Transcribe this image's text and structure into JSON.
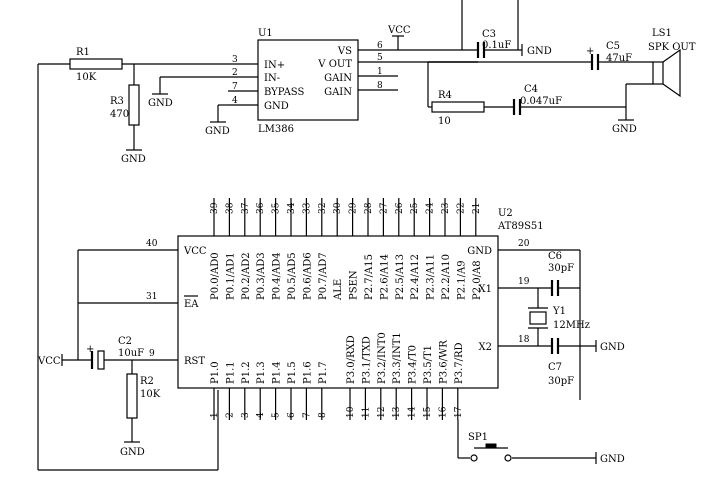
{
  "u1": {
    "ref": "U1",
    "part": "LM386",
    "left_pins": [
      {
        "num": "3",
        "name": "IN+"
      },
      {
        "num": "2",
        "name": "IN-"
      },
      {
        "num": "7",
        "name": "BYPASS"
      },
      {
        "num": "4",
        "name": "GND"
      }
    ],
    "right_pins": [
      {
        "num": "6",
        "name": "VS"
      },
      {
        "num": "5",
        "name": "V OUT"
      },
      {
        "num": "1",
        "name": "GAIN"
      },
      {
        "num": "8",
        "name": "GAIN"
      }
    ]
  },
  "u2": {
    "ref": "U2",
    "part": "AT89S51",
    "left_pins": [
      {
        "num": "40",
        "name": "VCC"
      },
      {
        "num": "31",
        "name": "EA"
      },
      {
        "num": "9",
        "name": "RST"
      }
    ],
    "right_pins": [
      {
        "num": "20",
        "name": "GND"
      },
      {
        "num": "19",
        "name": "X1"
      },
      {
        "num": "18",
        "name": "X2"
      }
    ],
    "top_pins": [
      {
        "num": "39",
        "name": "P0.0/AD0"
      },
      {
        "num": "38",
        "name": "P0.1/AD1"
      },
      {
        "num": "37",
        "name": "P0.2/AD2"
      },
      {
        "num": "36",
        "name": "P0.3/AD3"
      },
      {
        "num": "35",
        "name": "P0.4/AD4"
      },
      {
        "num": "34",
        "name": "P0.5/AD5"
      },
      {
        "num": "33",
        "name": "P0.6/AD6"
      },
      {
        "num": "32",
        "name": "P0.7/AD7"
      },
      {
        "num": "30",
        "name": "ALE"
      },
      {
        "num": "29",
        "name": "PSEN"
      },
      {
        "num": "28",
        "name": "P2.7/A15"
      },
      {
        "num": "27",
        "name": "P2.6/A14"
      },
      {
        "num": "26",
        "name": "P2.5/A13"
      },
      {
        "num": "25",
        "name": "P2.4/A12"
      },
      {
        "num": "24",
        "name": "P2.3/A11"
      },
      {
        "num": "23",
        "name": "P2.2/A10"
      },
      {
        "num": "22",
        "name": "P2.1/A9"
      },
      {
        "num": "21",
        "name": "P2.0/A8"
      }
    ],
    "bottom_pins": [
      {
        "num": "1",
        "name": "P1.0"
      },
      {
        "num": "2",
        "name": "P1.1"
      },
      {
        "num": "3",
        "name": "P1.2"
      },
      {
        "num": "4",
        "name": "P1.3"
      },
      {
        "num": "5",
        "name": "P1.4"
      },
      {
        "num": "6",
        "name": "P1.5"
      },
      {
        "num": "7",
        "name": "P1.6"
      },
      {
        "num": "8",
        "name": "P1.7"
      },
      {
        "num": "10",
        "name": "P3.0/RXD"
      },
      {
        "num": "11",
        "name": "P3.1/TXD"
      },
      {
        "num": "12",
        "name": "P3.2/INT0"
      },
      {
        "num": "13",
        "name": "P3.3/INT1"
      },
      {
        "num": "14",
        "name": "P3.4/T0"
      },
      {
        "num": "15",
        "name": "P3.5/T1"
      },
      {
        "num": "16",
        "name": "P3.6/WR"
      },
      {
        "num": "17",
        "name": "P3.7/RD"
      }
    ]
  },
  "parts": {
    "r1": {
      "ref": "R1",
      "value": "10K"
    },
    "r2": {
      "ref": "R2",
      "value": "10K"
    },
    "r3": {
      "ref": "R3",
      "value": "470"
    },
    "r4": {
      "ref": "R4",
      "value": "10"
    },
    "c2": {
      "ref": "C2",
      "value": "10uF"
    },
    "c3": {
      "ref": "C3",
      "value": "0.1uF"
    },
    "c4": {
      "ref": "C4",
      "value": "0.047uF"
    },
    "c5": {
      "ref": "C5",
      "value": "47uF"
    },
    "c6": {
      "ref": "C6",
      "value": "30pF"
    },
    "c7": {
      "ref": "C7",
      "value": "30pF"
    },
    "y1": {
      "ref": "Y1",
      "value": "12MHz"
    },
    "ls1": {
      "ref": "LS1",
      "value": "SPK OUT"
    },
    "sp1": {
      "ref": "SP1"
    }
  },
  "nets": {
    "vcc": "VCC",
    "gnd": "GND"
  }
}
